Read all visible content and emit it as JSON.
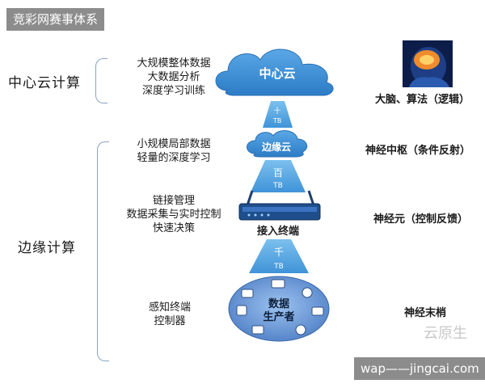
{
  "top_banner": "竞彩网赛事体系",
  "bottom_banner": "wap——jingcai.com",
  "watermark": "云原生",
  "groups": {
    "center": "中心云计算",
    "edge": "边缘计算"
  },
  "left_texts": {
    "center_lines": [
      "大规模整体数据",
      "大数据分析",
      "深度学习训练"
    ],
    "edge_cloud_lines": [
      "小规模局部数据",
      "轻量的深度学习"
    ],
    "access_lines": [
      "链接管理",
      "数据采集与实时控制",
      "快速决策"
    ],
    "device_lines": [
      "感知终端",
      "控制器"
    ]
  },
  "nodes": {
    "center_cloud": "中心云",
    "edge_cloud": "边缘云",
    "access": "接入终端",
    "producer_line1": "数据",
    "producer_line2": "生产者"
  },
  "links": {
    "top_char": "十",
    "top_unit": "TB",
    "mid_char": "百",
    "mid_unit": "TB",
    "bottom_char": "千",
    "bottom_unit": "TB"
  },
  "right_labels": {
    "brain": "大脑、算法（逻辑）",
    "center_nerve": "神经中枢（条件反射）",
    "neuron": "神经元（控制反馈）",
    "nerve_end": "神经末梢"
  },
  "colors": {
    "cloud_blue": "#3b8fd6",
    "trapezoid_blue": "#4fa3e0",
    "ellipse_blue": "#6c9ad8",
    "banner_gray": "#8c8c8c"
  },
  "icons": [
    "brain-icon",
    "router-icon",
    "device-icon"
  ]
}
